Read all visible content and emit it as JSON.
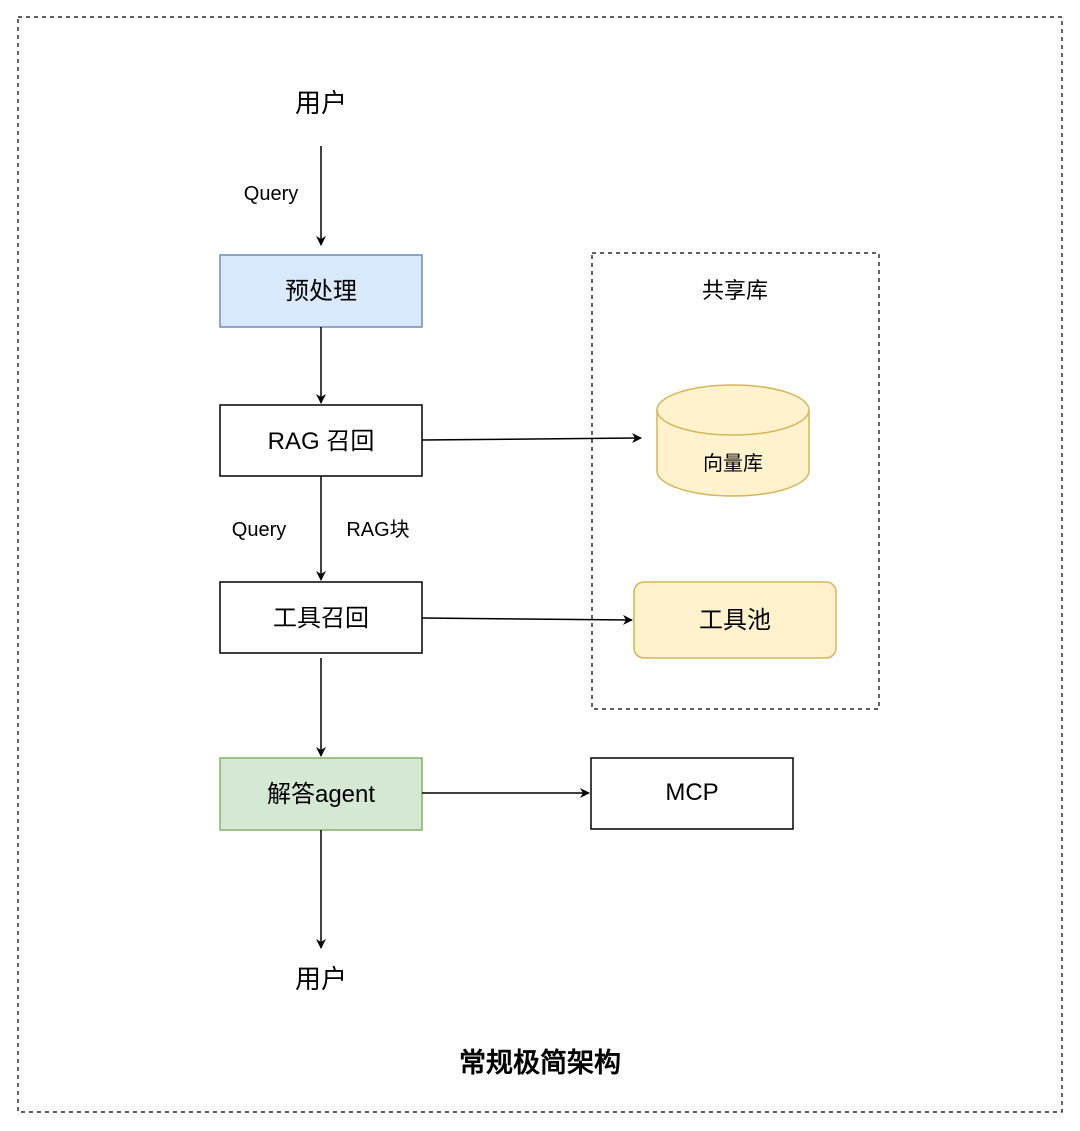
{
  "diagram": {
    "title": "常规极简架构",
    "nodes": {
      "user_top": {
        "label": "用户"
      },
      "preprocess": {
        "label": "预处理",
        "fill": "#dae8fc",
        "stroke": "#6c8ebf"
      },
      "rag_recall": {
        "label": "RAG 召回",
        "fill": "#ffffff",
        "stroke": "#000000"
      },
      "tool_recall": {
        "label": "工具召回",
        "fill": "#ffffff",
        "stroke": "#000000"
      },
      "answer_agent": {
        "label": "解答agent",
        "fill": "#d5e8d4",
        "stroke": "#82b366"
      },
      "user_bottom": {
        "label": "用户"
      },
      "shared_lib": {
        "label": "共享库"
      },
      "vector_db": {
        "label": "向量库",
        "fill": "#fff2cc",
        "stroke": "#d6b656"
      },
      "tool_pool": {
        "label": "工具池",
        "fill": "#fff2cc",
        "stroke": "#d6b656"
      },
      "mcp": {
        "label": "MCP",
        "fill": "#ffffff",
        "stroke": "#000000"
      }
    },
    "edges": [
      {
        "from": "user_top",
        "to": "preprocess",
        "label": "Query"
      },
      {
        "from": "preprocess",
        "to": "rag_recall",
        "label": ""
      },
      {
        "from": "rag_recall",
        "to": "vector_db",
        "label": ""
      },
      {
        "from": "rag_recall",
        "to": "tool_recall",
        "labels": [
          "Query",
          "RAG块"
        ]
      },
      {
        "from": "tool_recall",
        "to": "tool_pool",
        "label": ""
      },
      {
        "from": "tool_recall",
        "to": "answer_agent",
        "label": ""
      },
      {
        "from": "answer_agent",
        "to": "mcp",
        "label": ""
      },
      {
        "from": "answer_agent",
        "to": "user_bottom",
        "label": ""
      }
    ]
  }
}
